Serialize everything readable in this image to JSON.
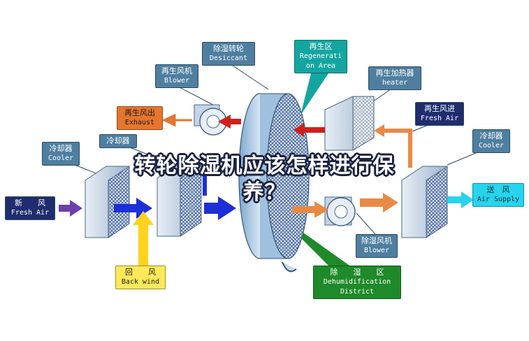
{
  "diagram": {
    "labels": {
      "desiccant": {
        "zh": "除湿转轮",
        "en": "Desiccant"
      },
      "regen_blower": {
        "zh": "再生风机",
        "en": "Blower"
      },
      "regen_area": {
        "zh": "再生区",
        "en1": "Regenerati",
        "en2": "on Area"
      },
      "regen_heater": {
        "zh": "再生加热器",
        "en": "heater"
      },
      "regen_intake": {
        "zh": "再生风进",
        "en": "Fresh Air"
      },
      "exhaust": {
        "zh": "再生风出",
        "en": "Exhaust"
      },
      "cooler_left": {
        "zh": "冷却器",
        "en": "Cooler"
      },
      "cooler_mid": {
        "zh": "冷却器"
      },
      "cooler_right": {
        "zh": "冷却器",
        "en": "Cooler"
      },
      "fresh_air": {
        "zh": "新　　风",
        "en": "Fresh Air"
      },
      "air_supply": {
        "zh": "送　风",
        "en": "Air Supply"
      },
      "dehum_blower": {
        "zh": "除湿风机",
        "en": "Blower"
      },
      "back_wind": {
        "zh": "回　　风",
        "en": "Back wind"
      },
      "dehum_district": {
        "zh": "除　　湿　　区",
        "en1": "Dehumidification",
        "en2": "District"
      }
    },
    "colors": {
      "steel": "#4f7fa0",
      "navy": "#1f2d6e",
      "orange": "#e5752f",
      "yellow": "#ffe95a",
      "teal": "#15a5a0",
      "cyan": "#26d4ee",
      "green": "#1f8a2a",
      "process_arrow": "#1d2fd8",
      "regen_arrow": "#d0201c",
      "heat_arrow": "#e88a46"
    }
  },
  "overlay": {
    "line1": "转轮除湿机应该怎样进行保",
    "line2": "养？"
  }
}
